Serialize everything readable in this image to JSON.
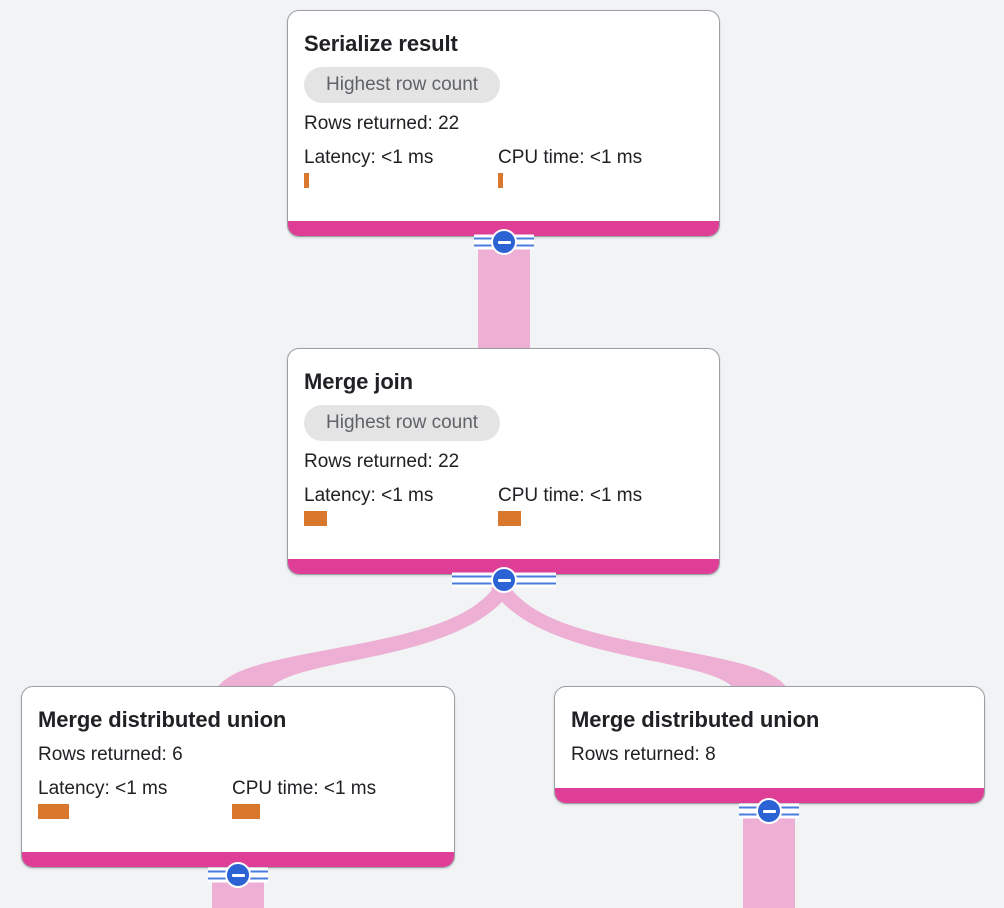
{
  "theme": {
    "background": "#F1F3F4",
    "card_background": "#FFFFFF",
    "card_border": "#9AA0A6",
    "accent_pink": "#DE3E95",
    "edge_pink": "#EDAFD4",
    "metric_orange": "#D9782D",
    "badge_background": "#E4E4E4",
    "badge_text": "#5F6368",
    "connector_blue": "#2C63D4",
    "connector_line_blue": "#4A7CE0",
    "text_primary": "#202124"
  },
  "diagram": {
    "title": "query-execution-plan",
    "nodes": [
      {
        "id": "serialize-result",
        "title": "Serialize result",
        "badge": "Highest row count",
        "rows": "Rows returned: 22",
        "latency_label": "Latency: <1 ms",
        "cpu_label": "CPU time: <1 ms",
        "latency_bar_width": 5,
        "cpu_bar_width": 5
      },
      {
        "id": "merge-join",
        "title": "Merge join",
        "badge": "Highest row count",
        "rows": "Rows returned: 22",
        "latency_label": "Latency: <1 ms",
        "cpu_label": "CPU time: <1 ms",
        "latency_bar_width": 23,
        "cpu_bar_width": 23
      },
      {
        "id": "merge-distributed-union-left",
        "title": "Merge distributed union",
        "badge": null,
        "rows": "Rows returned: 6",
        "latency_label": "Latency: <1 ms",
        "cpu_label": "CPU time: <1 ms",
        "latency_bar_width": 31,
        "cpu_bar_width": 28
      },
      {
        "id": "merge-distributed-union-right",
        "title": "Merge distributed union",
        "badge": null,
        "rows": "Rows returned: 8",
        "latency_label": null,
        "cpu_label": null,
        "latency_bar_width": 0,
        "cpu_bar_width": 0
      }
    ],
    "connectors": [
      {
        "id": "collapse-serialize-result",
        "icon": "minus-circle-icon"
      },
      {
        "id": "collapse-merge-join",
        "icon": "minus-circle-icon"
      },
      {
        "id": "collapse-merge-distributed-union-left",
        "icon": "minus-circle-icon"
      },
      {
        "id": "collapse-merge-distributed-union-right",
        "icon": "minus-circle-icon"
      }
    ]
  }
}
